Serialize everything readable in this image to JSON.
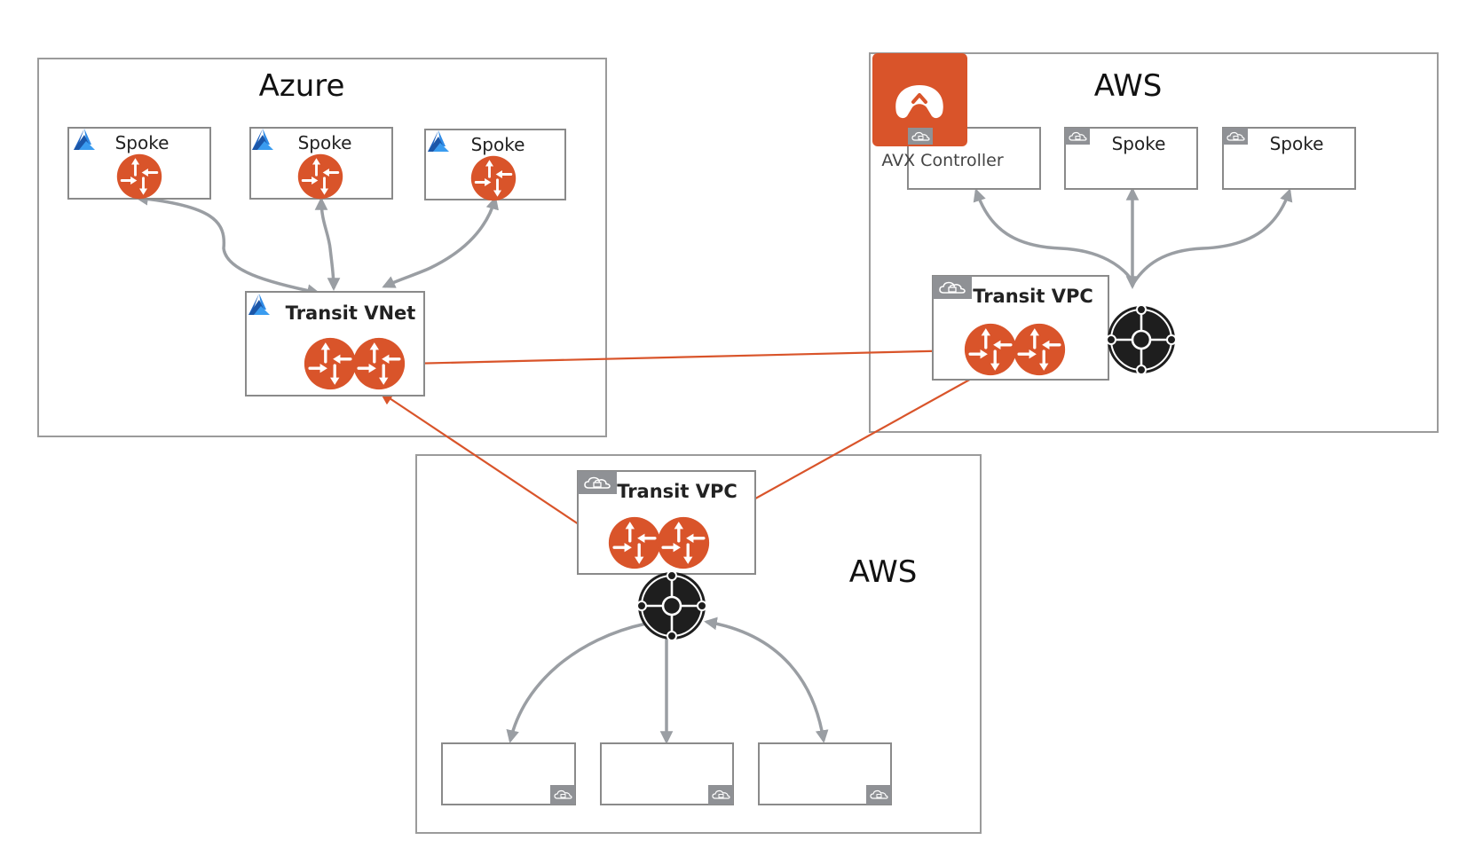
{
  "colors": {
    "router": "#d9542a",
    "gray_link": "#9a9ea3",
    "red_link": "#d9542a",
    "azure_blue": "#2f6fc4",
    "tgw": "#1e1e1e",
    "cloud_badge": "#8f9195",
    "controller_bg": "#d9542a"
  },
  "icons": {
    "router": "router-icon",
    "azure": "azure-logo-icon",
    "aws_vpc": "cloud-lock-icon",
    "tgw": "transit-gateway-icon",
    "controller": "aviatrix-logo-icon"
  },
  "regions": {
    "azure": {
      "title": "Azure"
    },
    "aws_top": {
      "title": "AWS"
    },
    "aws_bottom": {
      "title": "AWS"
    }
  },
  "azure": {
    "spokes": [
      {
        "label": "Spoke"
      },
      {
        "label": "Spoke"
      },
      {
        "label": "Spoke"
      }
    ],
    "transit": {
      "label": "Transit VNet"
    }
  },
  "aws_top": {
    "controller": {
      "label": "AVX Controller"
    },
    "spokes": [
      {
        "label": "Spoke"
      },
      {
        "label": "Spoke"
      }
    ],
    "transit": {
      "label": "Transit VPC"
    }
  },
  "aws_bottom": {
    "transit": {
      "label": "Transit VPC"
    },
    "spokes": [
      {
        "label": ""
      },
      {
        "label": ""
      },
      {
        "label": ""
      }
    ]
  }
}
